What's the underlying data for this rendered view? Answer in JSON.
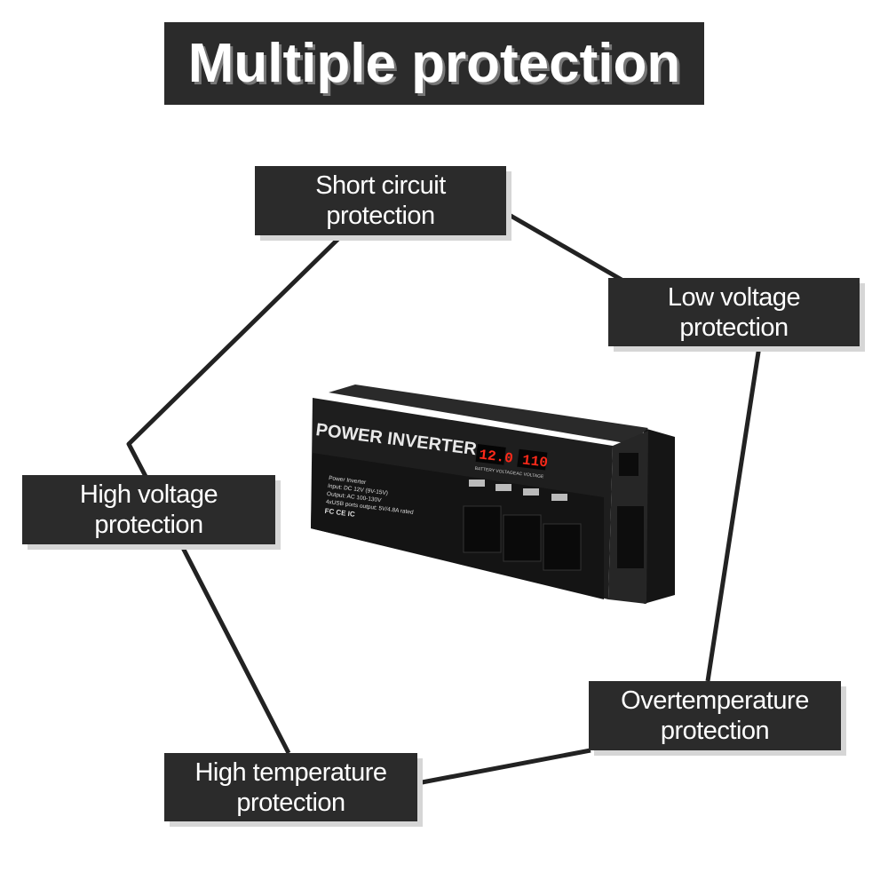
{
  "title": "Multiple protection",
  "features": [
    {
      "line1": "Short circuit",
      "line2": "protection"
    },
    {
      "line1": "Low voltage",
      "line2": "protection"
    },
    {
      "line1": "High voltage",
      "line2": "protection"
    },
    {
      "line1": "Overtemperature",
      "line2": "protection"
    },
    {
      "line1": "High temperature",
      "line2": "protection"
    }
  ],
  "product": {
    "brand_label": "POWER INVERTER",
    "battery_display": "12.0",
    "battery_label": "BATTERY VOLTAGE",
    "ac_display": "110",
    "ac_label": "AC VOLTAGE",
    "spec_lines": [
      "Power Inverter",
      "Input: DC 12V (9V-15V)",
      "Output: AC 100-130V",
      "4xUSB ports output: 5V/4.8A rated"
    ],
    "cert_marks": "FC  CE  IC",
    "colors": {
      "led": "#ff2a1a",
      "body": "#1c1c1c"
    }
  }
}
